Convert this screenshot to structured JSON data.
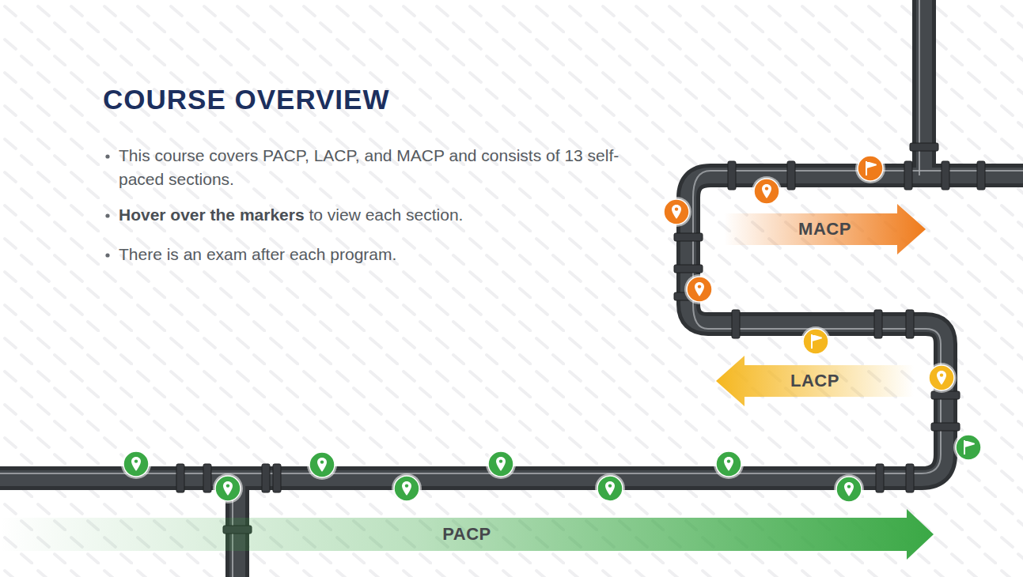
{
  "diagram": {
    "title": "COURSE OVERVIEW",
    "nodes": [
      {
        "text": [
          "MACP"
        ]
      },
      {
        "text": [
          "LACP"
        ]
      },
      {
        "text": [
          "PACP"
        ]
      }
    ],
    "labels": [
      "This course covers PACP, LACP, and MACP and consists of 13 self-paced sections.",
      "Hover over the markers",
      "to view each section.",
      "There is an exam after each program."
    ]
  }
}
